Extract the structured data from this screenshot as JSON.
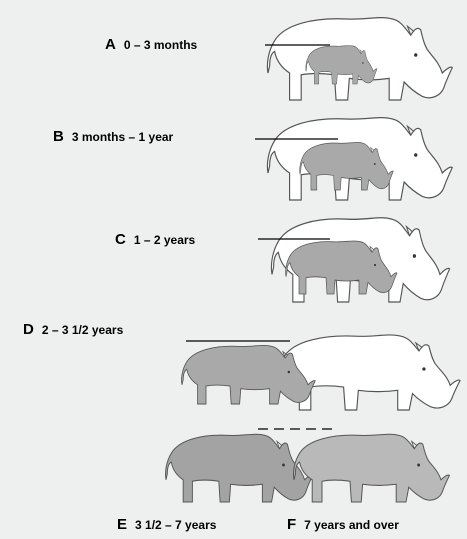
{
  "stages": [
    {
      "letter": "A",
      "range": "0 – 3 months"
    },
    {
      "letter": "B",
      "range": "3 months – 1 year"
    },
    {
      "letter": "C",
      "range": "1 – 2 years"
    },
    {
      "letter": "D",
      "range": "2 – 3 1/2 years"
    },
    {
      "letter": "E",
      "range": "3 1/2  – 7 years"
    },
    {
      "letter": "F",
      "range": "7 years and over"
    }
  ],
  "colors": {
    "background": "#eef0ef",
    "adult_fill": "#ffffff",
    "calf_fill": "#a9a9a9",
    "subadult_fill": "#b9b9b9",
    "outline": "#555555"
  }
}
